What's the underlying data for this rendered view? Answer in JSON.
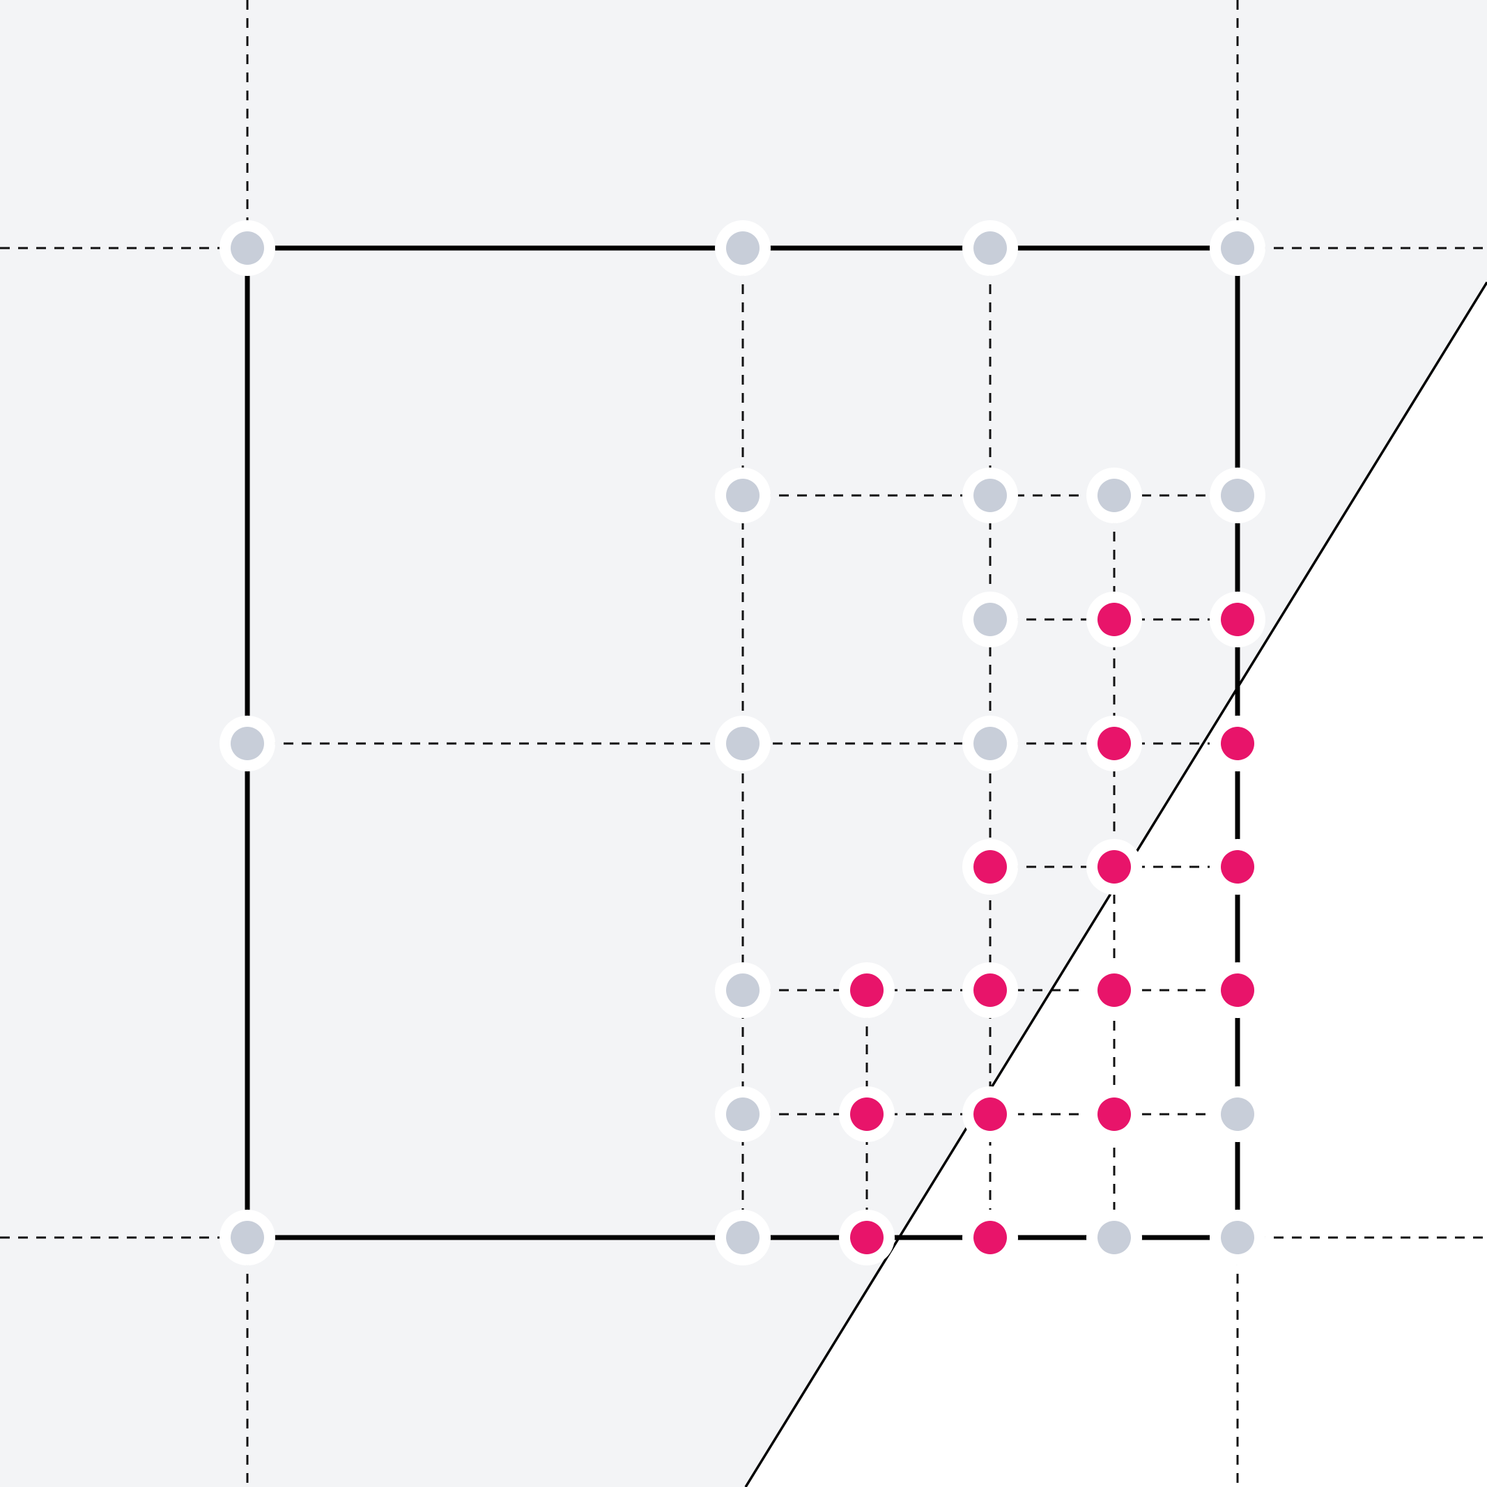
{
  "colors": {
    "background": "#ffffff",
    "shaded_region": "#f3f4f6",
    "line": "#000000",
    "node_inactive": "#c8ced9",
    "node_active": "#e8146a"
  },
  "diagram": {
    "description_free": true,
    "grid": {
      "columns": [
        "c0",
        "c1",
        "c2",
        "c3",
        "c4"
      ],
      "rows": [
        "r0",
        "r1",
        "r2",
        "r3",
        "r4",
        "r5",
        "r6",
        "r7"
      ]
    },
    "nodes": [
      {
        "col": "c0",
        "row": "r0",
        "state": "inactive"
      },
      {
        "col": "c1",
        "row": "r0",
        "state": "inactive"
      },
      {
        "col": "c2",
        "row": "r0",
        "state": "inactive"
      },
      {
        "col": "c4",
        "row": "r0",
        "state": "inactive"
      },
      {
        "col": "c1",
        "row": "r1",
        "state": "inactive"
      },
      {
        "col": "c2",
        "row": "r1",
        "state": "inactive"
      },
      {
        "col": "c3",
        "row": "r1",
        "state": "inactive"
      },
      {
        "col": "c4",
        "row": "r1",
        "state": "inactive"
      },
      {
        "col": "c2",
        "row": "r2",
        "state": "inactive"
      },
      {
        "col": "c3",
        "row": "r2",
        "state": "active"
      },
      {
        "col": "c4",
        "row": "r2",
        "state": "active"
      },
      {
        "col": "c0",
        "row": "r3",
        "state": "inactive"
      },
      {
        "col": "c1",
        "row": "r3",
        "state": "inactive"
      },
      {
        "col": "c2",
        "row": "r3",
        "state": "inactive"
      },
      {
        "col": "c3",
        "row": "r3",
        "state": "active"
      },
      {
        "col": "c4",
        "row": "r3",
        "state": "active"
      },
      {
        "col": "c2",
        "row": "r4",
        "state": "active"
      },
      {
        "col": "c3",
        "row": "r4",
        "state": "active"
      },
      {
        "col": "c4",
        "row": "r4",
        "state": "active"
      },
      {
        "col": "c1",
        "row": "r5",
        "state": "inactive"
      },
      {
        "col": "cm",
        "row": "r5",
        "state": "active"
      },
      {
        "col": "c2",
        "row": "r5",
        "state": "active"
      },
      {
        "col": "c3",
        "row": "r5",
        "state": "active"
      },
      {
        "col": "c4",
        "row": "r5",
        "state": "active"
      },
      {
        "col": "c1",
        "row": "r6",
        "state": "inactive"
      },
      {
        "col": "cm",
        "row": "r6",
        "state": "active"
      },
      {
        "col": "c2",
        "row": "r6",
        "state": "active"
      },
      {
        "col": "c3",
        "row": "r6",
        "state": "active"
      },
      {
        "col": "c4",
        "row": "r6",
        "state": "inactive"
      },
      {
        "col": "c0",
        "row": "r7",
        "state": "inactive"
      },
      {
        "col": "c1",
        "row": "r7",
        "state": "inactive"
      },
      {
        "col": "cm",
        "row": "r7",
        "state": "active"
      },
      {
        "col": "c2",
        "row": "r7",
        "state": "active"
      },
      {
        "col": "c3",
        "row": "r7",
        "state": "inactive"
      },
      {
        "col": "c4",
        "row": "r7",
        "state": "inactive"
      }
    ]
  }
}
